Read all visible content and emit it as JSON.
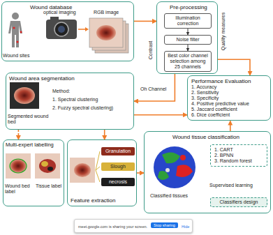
{
  "diagram": {
    "nodes": [
      {
        "text": [
          "Wound database"
        ]
      },
      {
        "text": [
          "Pre-processing"
        ]
      },
      {
        "text": [
          "Illumination correction"
        ],
        "in": 1
      },
      {
        "text": [
          "Noise filter"
        ],
        "in": 1
      },
      {
        "text": [
          "Best color channel selection among 25 channels"
        ],
        "in": 1
      },
      {
        "text": [
          "Performance Evaluation",
          "1. Accuracy",
          "2. Sensitivity",
          "3. Specificity",
          "4. Positive predictive value",
          "5. Jaccard coefficient",
          "6. Dice coefficient"
        ]
      },
      {
        "text": [
          "Wound area segmentation",
          "Segmented wound bed",
          "Method:",
          "1. Spectral clustering",
          "2. Fuzzy spectral clustering)"
        ]
      },
      {
        "text": [
          "Multi-expert labelling",
          "Wound bed label",
          "Tissue label"
        ]
      },
      {
        "text": [
          "Feature extraction"
        ]
      },
      {
        "text": [
          "Granulation"
        ],
        "in": 8
      },
      {
        "text": [
          "Slough"
        ],
        "in": 8
      },
      {
        "text": [
          "necrosis"
        ],
        "in": 8
      },
      {
        "text": [
          "Wound tissue classification",
          "Classified tissues"
        ]
      },
      {
        "text": [
          "1. CART",
          "2. BPNN",
          "3. Random forest"
        ],
        "in": 12
      },
      {
        "text": [
          "Classifiers design"
        ],
        "in": 12
      },
      {
        "text": [
          "meet.google.com is sharing your screen.",
          "Hide"
        ]
      },
      {
        "text": [
          "Stop sharing"
        ],
        "in": 15
      }
    ],
    "edges": [
      {
        "from": 0,
        "to": 1,
        "arrow": "to"
      },
      {
        "from": 2,
        "to": 3,
        "arrow": "to"
      },
      {
        "from": 3,
        "to": 4,
        "arrow": "to"
      },
      {
        "from": 1,
        "to": 6,
        "label": "Oh Channel",
        "arrow": "to"
      },
      {
        "from": 1,
        "to": 5,
        "arrow": "to"
      },
      {
        "from": 6,
        "to": 7,
        "arrow": "to"
      },
      {
        "from": 6,
        "to": 8,
        "arrow": "to"
      },
      {
        "from": 8,
        "to": 12,
        "arrow": "to"
      },
      {
        "from": 12,
        "to": 5,
        "arrow": "to"
      },
      {
        "from": 6,
        "to": 5,
        "arrow": "to"
      }
    ],
    "labels": [
      "optical imaging",
      "RGB image",
      "Wound sites",
      "Contrast",
      "Quality measures",
      "Supervised learning"
    ]
  }
}
